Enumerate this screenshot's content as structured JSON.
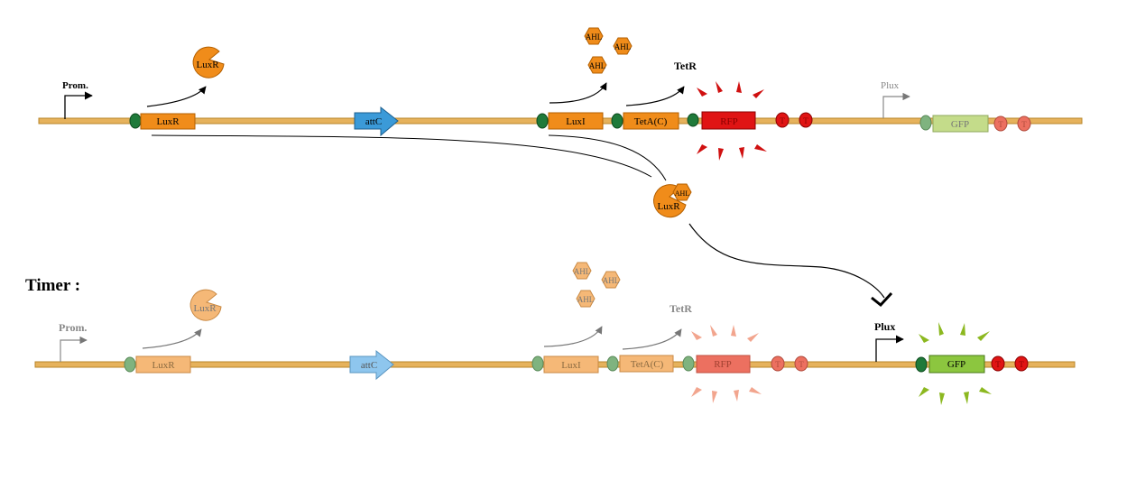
{
  "colors": {
    "backbone": "#e6b25c",
    "backbone_stroke": "#b8862a",
    "orange": "#f08c1a",
    "orange_stroke": "#b35f00",
    "light_orange": "#f5b877",
    "light_orange_stroke": "#c98a45",
    "blue": "#3b9ad8",
    "light_blue": "#8ec6ee",
    "rbs_green": "#1f7a3a",
    "rbs_light_green": "#7fb37f",
    "red": "#e01414",
    "red_stroke": "#8a0000",
    "salmon": "#ec7060",
    "gfp_light": "#c4dc8a",
    "gfp_green": "#8cc63f",
    "burst_red": "#d01010",
    "burst_salmon": "#f2a58e",
    "burst_green": "#8cb820",
    "grey": "#888888",
    "black": "#000000"
  },
  "top_circuit": {
    "promoter_label": "Prom.",
    "luxr_gene": "LuxR",
    "attc_site": "attC",
    "luxi_gene": "LuxI",
    "teta_gene": "TetA(C)",
    "rfp_gene": "RFP",
    "terminator_label": "T",
    "plux_label": "Plux",
    "gfp_gene": "GFP",
    "luxr_protein": "LuxR",
    "ahl_molecules": [
      "AHL",
      "AHL",
      "AHL"
    ],
    "tetr_label": "TetR"
  },
  "complex": {
    "luxr_label": "LuxR",
    "ahl_label": "AHL"
  },
  "bottom_circuit": {
    "title": "Timer :",
    "promoter_label": "Prom.",
    "luxr_gene": "LuxR",
    "attc_site": "attC",
    "luxi_gene": "LuxI",
    "teta_gene": "TetA(C)",
    "rfp_gene": "RFP",
    "terminator_label": "T",
    "plux_label": "Plux",
    "gfp_gene": "GFP",
    "luxr_protein": "LuxR",
    "ahl_molecules": [
      "AHL",
      "AHL",
      "AHL"
    ],
    "tetr_label": "TetR"
  }
}
